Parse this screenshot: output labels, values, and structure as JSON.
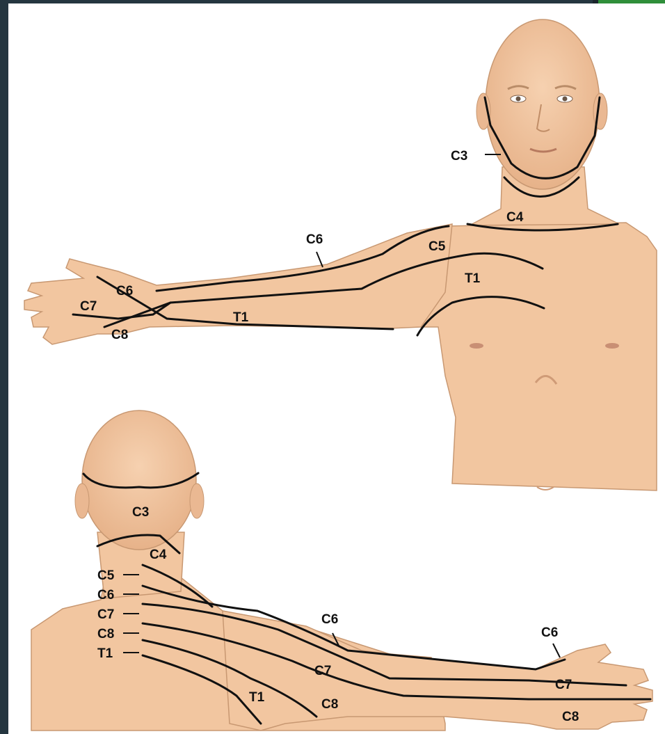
{
  "colors": {
    "background": "#253640",
    "panel": "#ffffff",
    "skin": "#f2c6a0",
    "line": "#111111",
    "accent_tab": "#2f8f3a"
  },
  "front_view": {
    "labels": {
      "c3": "C3",
      "c4": "C4",
      "c5": "C5",
      "c6_arm": "C6",
      "c6_hand": "C6",
      "c7_hand": "C7",
      "c8_hand": "C8",
      "t1_chest": "T1",
      "t1_arm": "T1"
    }
  },
  "back_view": {
    "labels": {
      "c3": "C3",
      "c4": "C4",
      "c5": "C5",
      "c6": "C6",
      "c7": "C7",
      "c8": "C8",
      "t1": "T1",
      "c6_upper_arm": "C6",
      "c7_upper_arm": "C7",
      "t1_upper_arm": "T1",
      "c8_forearm": "C8",
      "c6_hand": "C6",
      "c7_hand": "C7",
      "c8_hand": "C8"
    }
  }
}
